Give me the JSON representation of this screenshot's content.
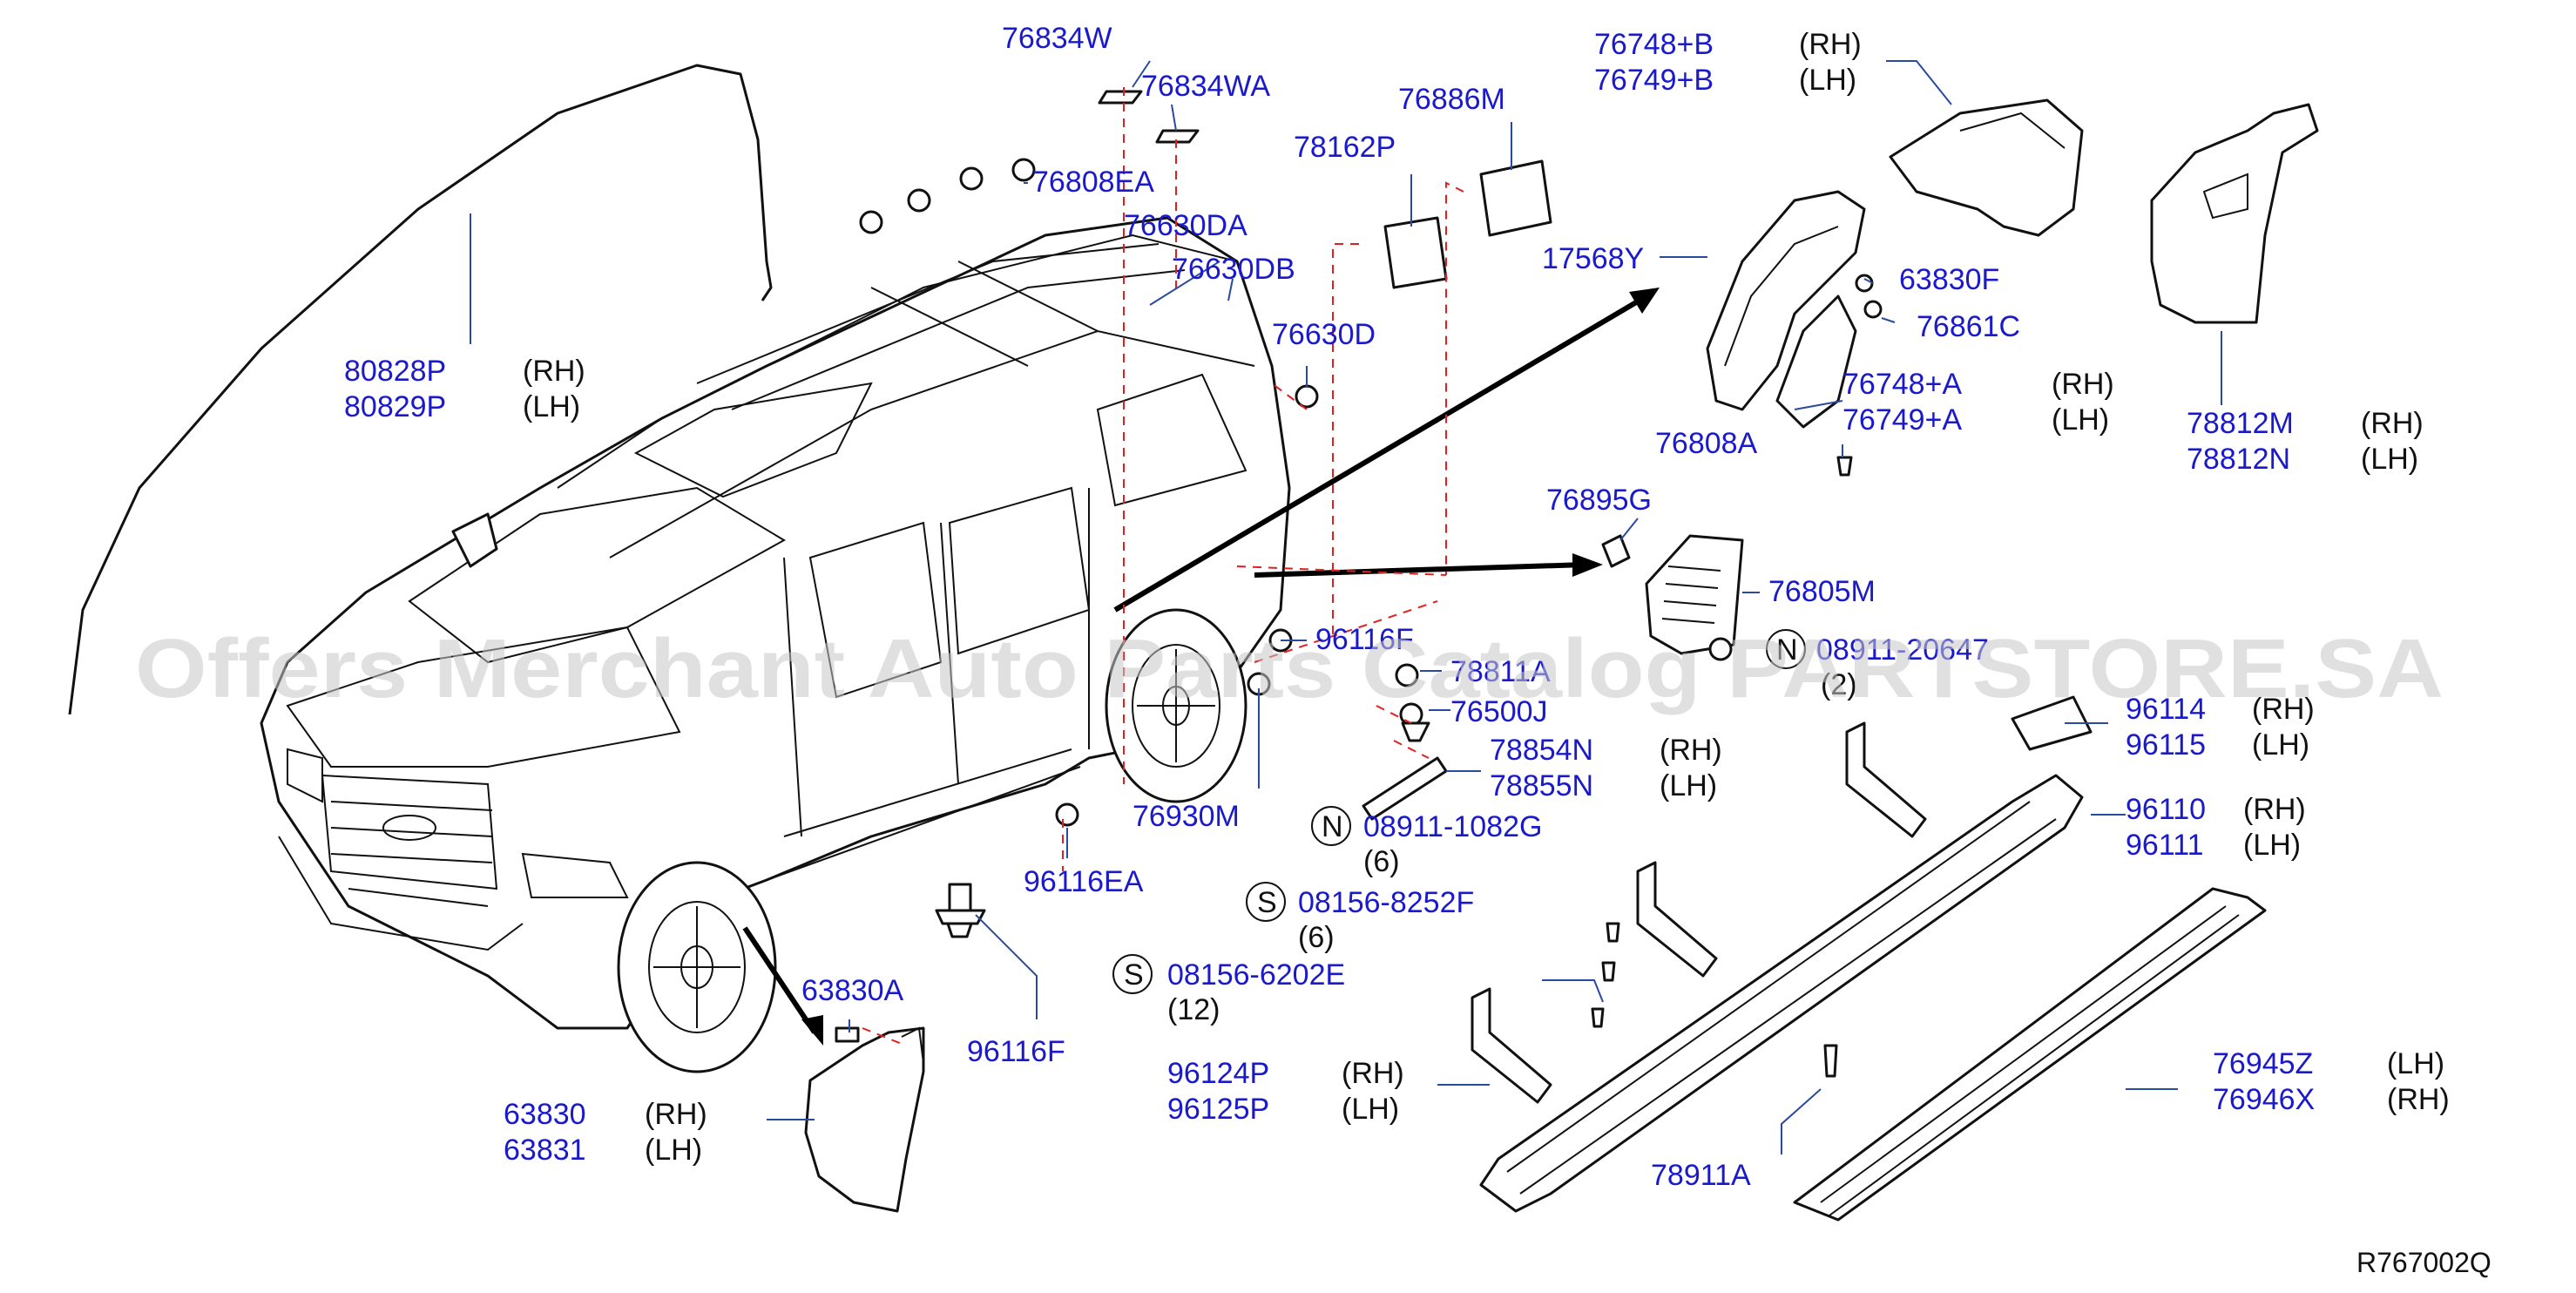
{
  "watermark": "Offers Merchant Auto Parts Catalog PARTSTORE.SA",
  "reference": "R767002Q",
  "callouts": [
    {
      "code": "76834W"
    },
    {
      "code": "76834WA"
    },
    {
      "code": "76808EA"
    },
    {
      "code": "76630DA"
    },
    {
      "code": "76630DB"
    },
    {
      "code": "76630D"
    },
    {
      "code": "78162P"
    },
    {
      "code": "76886M"
    },
    {
      "code": "76748+B",
      "side": "(RH)"
    },
    {
      "code": "76749+B",
      "side": "(LH)"
    },
    {
      "code": "17568Y"
    },
    {
      "code": "63830F"
    },
    {
      "code": "76861C"
    },
    {
      "code": "76748+A",
      "side": "(RH)"
    },
    {
      "code": "76749+A",
      "side": "(LH)"
    },
    {
      "code": "76808A"
    },
    {
      "code": "78812M",
      "side": "(RH)"
    },
    {
      "code": "78812N",
      "side": "(LH)"
    },
    {
      "code": "80828P",
      "side": "(RH)"
    },
    {
      "code": "80829P",
      "side": "(LH)"
    },
    {
      "code": "76895G"
    },
    {
      "code": "76805M"
    },
    {
      "code": "96116F"
    },
    {
      "code": "78811A"
    },
    {
      "code": "76500J"
    },
    {
      "code": "78854N",
      "side": "(RH)"
    },
    {
      "code": "78855N",
      "side": "(LH)"
    },
    {
      "code": "76930M"
    },
    {
      "code": "96116EA"
    },
    {
      "code": "96116F"
    },
    {
      "code": "63830A"
    },
    {
      "code": "63830",
      "side": "(RH)"
    },
    {
      "code": "63831",
      "side": "(LH)"
    },
    {
      "code": "96114",
      "side": "(RH)"
    },
    {
      "code": "96115",
      "side": "(LH)"
    },
    {
      "code": "96110",
      "side": "(RH)"
    },
    {
      "code": "96111",
      "side": "(LH)"
    },
    {
      "code": "96124P",
      "side": "(RH)"
    },
    {
      "code": "96125P",
      "side": "(LH)"
    },
    {
      "code": "78911A"
    },
    {
      "code": "76945Z",
      "side": "(LH)"
    },
    {
      "code": "76946X",
      "side": "(RH)"
    }
  ],
  "fasteners": [
    {
      "prefix": "N",
      "code": "08911-1082G",
      "qty": "(6)"
    },
    {
      "prefix": "S",
      "code": "08156-8252F",
      "qty": "(6)"
    },
    {
      "prefix": "S",
      "code": "08156-6202E",
      "qty": "(12)"
    },
    {
      "prefix": "N",
      "code": "08911-20647",
      "qty": "(2)"
    }
  ]
}
